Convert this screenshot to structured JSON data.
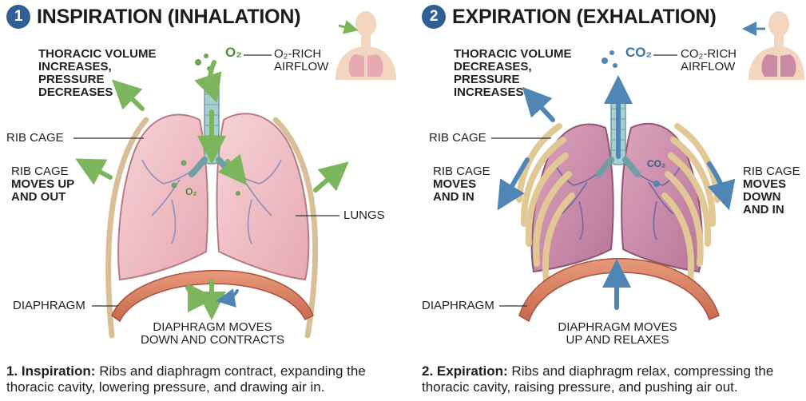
{
  "colors": {
    "badge": "#2f5f93",
    "inhale_arrow": "#7bb55c",
    "exhale_arrow": "#4f86b5",
    "lung_pink": "#efc0c6",
    "lung_mauve": "#c98aa6",
    "trachea": "#a9cfd3",
    "diaphragm": "#d98a6c",
    "rib": "#e6cfa0"
  },
  "inspiration": {
    "badge": "1",
    "title": "INSPIRATION (INHALATION)",
    "thoracic_line1": "THORACIC VOLUME",
    "thoracic_line2": "INCREASES,",
    "thoracic_line3": "PRESSURE",
    "thoracic_line4": "DECREASES",
    "gas": "O₂",
    "airflow_line1": "O₂-RICH",
    "airflow_line2": "AIRFLOW",
    "rib_cage": "RIB CAGE",
    "rib_move_line1": "RIB CAGE",
    "rib_move_line2": "MOVES UP",
    "rib_move_line3": "AND OUT",
    "lungs": "LUNGS",
    "diaphragm": "DIAPHRAGM",
    "diaphragm_move_line1": "DIAPHRAGM MOVES",
    "diaphragm_move_line2": "DOWN AND CONTRACTS",
    "caption_bold": "1. Inspiration:",
    "caption_rest": " Ribs and diaphragm contract, expanding the thoracic cavity, lowering pressure, and drawing air in.",
    "inner_gas": "O₂"
  },
  "expiration": {
    "badge": "2",
    "title": "EXPIRATION (EXHALATION)",
    "thoracic_line1": "THORACIC VOLUME",
    "thoracic_line2": "DECREASES,",
    "thoracic_line3": "PRESSURE",
    "thoracic_line4": "INCREASES",
    "gas": "CO₂",
    "airflow_line1": "CO₂-RICH",
    "airflow_line2": "AIRFLOW",
    "rib_cage": "RIB CAGE",
    "rib_move_left_line1": "RIB CAGE",
    "rib_move_left_line2": "MOVES",
    "rib_move_left_line3": "AND IN",
    "rib_move_right_line1": "RIB CAGE",
    "rib_move_right_line2": "MOVES",
    "rib_move_right_line3": "DOWN",
    "rib_move_right_line4": "AND IN",
    "diaphragm": "DIAPHRAGM",
    "diaphragm_move_line1": "DIAPHRAGM MOVES",
    "diaphragm_move_line2": "UP AND RELAXES",
    "caption_bold": "2. Expiration:",
    "caption_rest": " Ribs and diaphragm relax, compressing the thoracic cavity, raising pressure, and pushing air out.",
    "inner_gas": "CO₂"
  }
}
